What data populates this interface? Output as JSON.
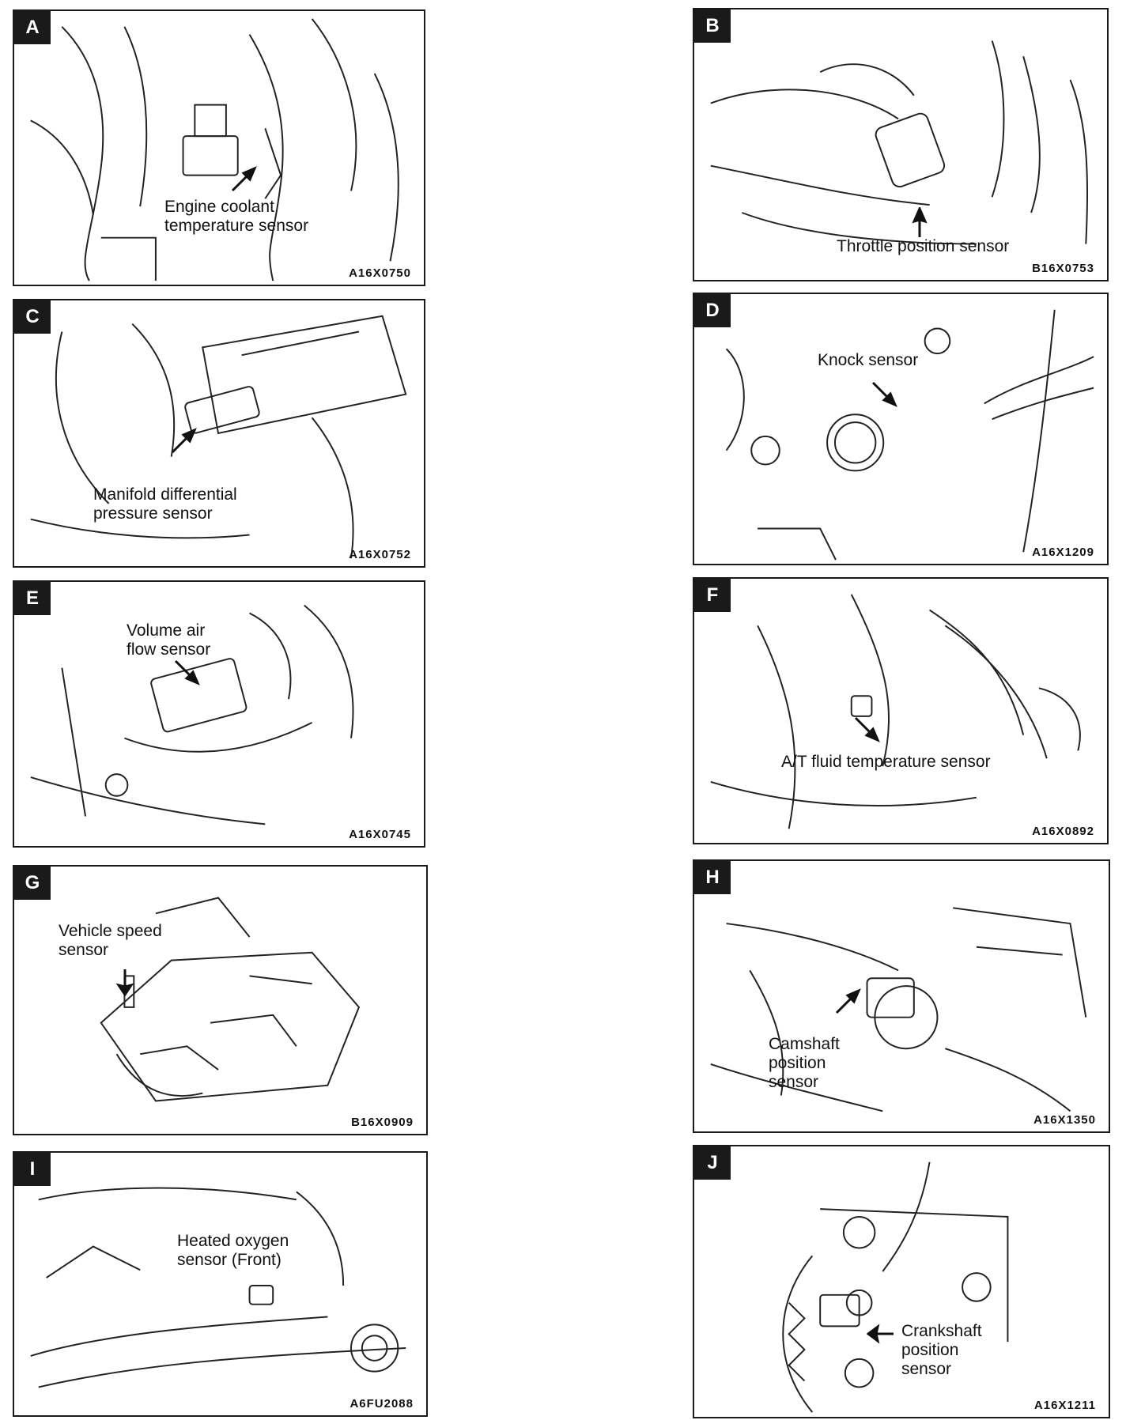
{
  "panels": [
    {
      "letter": "A",
      "label_lines": [
        "Engine coolant",
        "temperature sensor"
      ],
      "code": "A16X0750"
    },
    {
      "letter": "B",
      "label_lines": [
        "Throttle position sensor"
      ],
      "code": "B16X0753"
    },
    {
      "letter": "C",
      "label_lines": [
        "Manifold differential",
        "pressure sensor"
      ],
      "code": "A16X0752"
    },
    {
      "letter": "D",
      "label_lines": [
        "Knock sensor"
      ],
      "code": "A16X1209"
    },
    {
      "letter": "E",
      "label_lines": [
        "Volume  air",
        "flow sensor"
      ],
      "code": "A16X0745"
    },
    {
      "letter": "F",
      "label_lines": [
        "A/T fluid temperature sensor"
      ],
      "code": "A16X0892"
    },
    {
      "letter": "G",
      "label_lines": [
        "Vehicle speed",
        "sensor"
      ],
      "code": "B16X0909"
    },
    {
      "letter": "H",
      "label_lines": [
        "Camshaft",
        "position",
        "sensor"
      ],
      "code": "A16X1350"
    },
    {
      "letter": "I",
      "label_lines": [
        "Heated oxygen",
        "sensor (Front)"
      ],
      "code": "A6FU2088"
    },
    {
      "letter": "J",
      "label_lines": [
        "Crankshaft",
        "position",
        "sensor"
      ],
      "code": "A16X1211"
    }
  ]
}
